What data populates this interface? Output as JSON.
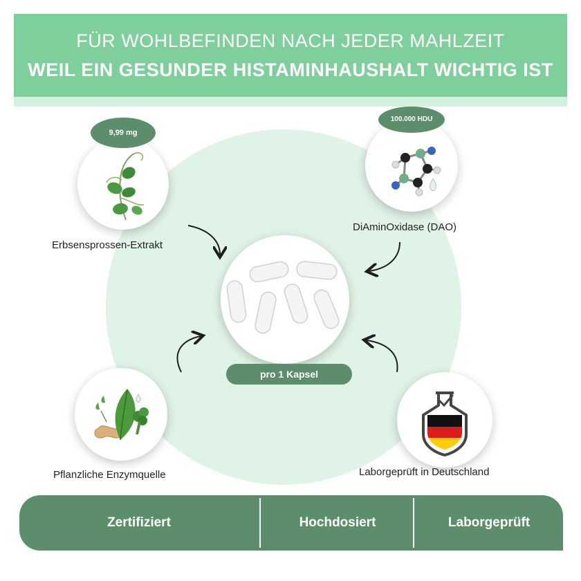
{
  "header": {
    "line1": "FÜR WOHLBEFINDEN NACH JEDER MAHLZEIT",
    "line2": "WEIL EIN GESUNDER HISTAMINHAUSHALT WICHTIG IST"
  },
  "features": {
    "pea": {
      "badge": "9,99 mg",
      "label": "Erbsensprossen-Extrakt"
    },
    "dao": {
      "badge": "100.000 HDU",
      "label": "DiAminOxidase (DAO)"
    },
    "plant": {
      "label": "Pflanzliche Enzymquelle"
    },
    "lab": {
      "label": "Laborgeprüft in Deutschland"
    }
  },
  "center": {
    "label": "pro 1 Kapsel"
  },
  "footer": {
    "items": [
      "Zertifiziert",
      "Hochdosiert",
      "Laborgeprüft"
    ]
  },
  "colors": {
    "header_green": "#7fcf9c",
    "badge_green": "#5d8e6c",
    "circle_mint": "#dff3e6",
    "flag_black": "#111111",
    "flag_red": "#dd1d1d",
    "flag_gold": "#ffcc00"
  },
  "icons": {
    "pea": "pea-sprout-icon",
    "dao": "molecule-icon",
    "plant": "plant-enzyme-icon",
    "lab": "german-lab-flask-icon",
    "center": "capsules-image"
  }
}
